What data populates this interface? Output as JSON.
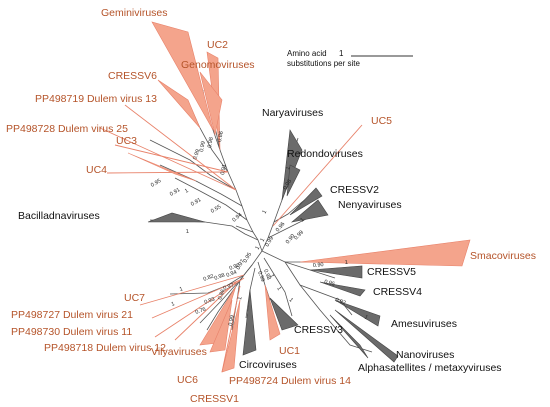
{
  "colors": {
    "highlight_fill": "#f4a48c",
    "highlight_line": "#e8826a",
    "highlight_text": "#b5542a",
    "reference_fill": "#6b6b6b",
    "reference_text": "#111111",
    "branch": "#555555"
  },
  "scale_bar": {
    "label_line1": "Amino acid",
    "label_line2": "substitutions per site",
    "value": "1"
  },
  "clades": [
    {
      "label": "Geminiviruses",
      "group": "highlight"
    },
    {
      "label": "UC2",
      "group": "highlight"
    },
    {
      "label": "Genomoviruses",
      "group": "highlight"
    },
    {
      "label": "CRESSV6",
      "group": "highlight"
    },
    {
      "label": "PP498719 Dulem virus 13",
      "group": "highlight"
    },
    {
      "label": "PP498728 Dulem virus 25",
      "group": "highlight"
    },
    {
      "label": "UC3",
      "group": "highlight"
    },
    {
      "label": "UC4",
      "group": "highlight"
    },
    {
      "label": "Naryaviruses",
      "group": "reference"
    },
    {
      "label": "UC5",
      "group": "highlight"
    },
    {
      "label": "Redondoviruses",
      "group": "reference"
    },
    {
      "label": "CRESSV2",
      "group": "reference"
    },
    {
      "label": "Nenyaviruses",
      "group": "reference"
    },
    {
      "label": "Bacilladnaviruses",
      "group": "reference"
    },
    {
      "label": "Smacoviruses",
      "group": "highlight"
    },
    {
      "label": "CRESSV5",
      "group": "reference"
    },
    {
      "label": "CRESSV4",
      "group": "reference"
    },
    {
      "label": "UC7",
      "group": "highlight"
    },
    {
      "label": "PP498727 Dulem virus 21",
      "group": "highlight"
    },
    {
      "label": "Amesuviruses",
      "group": "reference"
    },
    {
      "label": "PP498730 Dulem virus 11",
      "group": "highlight"
    },
    {
      "label": "PP498718 Dulem virus 12",
      "group": "highlight"
    },
    {
      "label": "Vilyaviruses",
      "group": "highlight"
    },
    {
      "label": "CRESSV3",
      "group": "reference"
    },
    {
      "label": "UC1",
      "group": "highlight"
    },
    {
      "label": "Nanoviruses",
      "group": "reference"
    },
    {
      "label": "Alphasatellites / metaxyviruses",
      "group": "reference"
    },
    {
      "label": "Circoviruses",
      "group": "reference"
    },
    {
      "label": "UC6",
      "group": "highlight"
    },
    {
      "label": "PP498724 Dulem virus 14",
      "group": "highlight"
    },
    {
      "label": "CRESSV1",
      "group": "highlight"
    }
  ],
  "support_values": [
    "0.99",
    "0.98",
    "0.86",
    "0.99",
    "0.91",
    "1",
    "0.95",
    "0.91",
    "0.91",
    "0.55",
    "0.94",
    "1",
    "0.98",
    "1",
    "1",
    "1",
    "0.99",
    "0.96",
    "0.90",
    "0.99",
    "1",
    "1",
    "0.90",
    "1",
    "0.95",
    "0.92",
    "1",
    "0.82",
    "0.98",
    "0.94",
    "0.96",
    "0.97",
    "0.95",
    "0.97",
    "0.93",
    "1",
    "1",
    "0.76",
    "0.86",
    "0.99",
    "0.98",
    "1",
    "0.99",
    "1",
    "1",
    "1"
  ]
}
